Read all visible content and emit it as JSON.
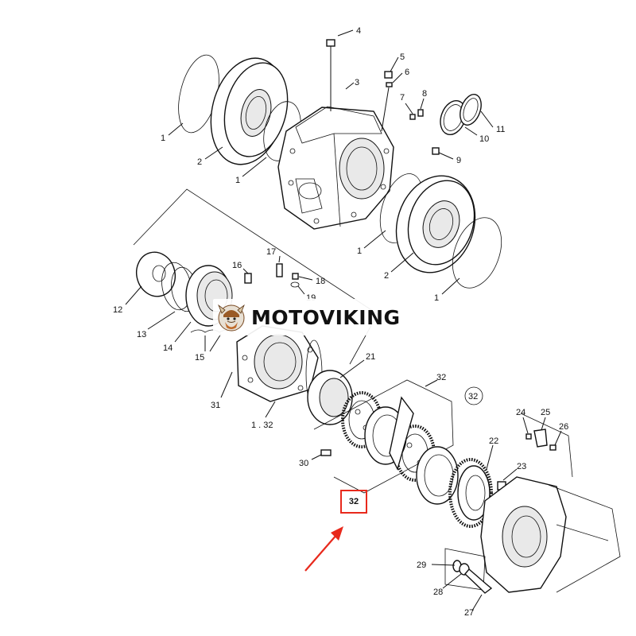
{
  "diagram": {
    "callouts": [
      {
        "id": "c4",
        "label": "4"
      },
      {
        "id": "c3",
        "label": "3"
      },
      {
        "id": "c5",
        "label": "5"
      },
      {
        "id": "c6",
        "label": "6"
      },
      {
        "id": "c7",
        "label": "7"
      },
      {
        "id": "c8",
        "label": "8"
      },
      {
        "id": "c11",
        "label": "11"
      },
      {
        "id": "c10",
        "label": "10"
      },
      {
        "id": "c9",
        "label": "9"
      },
      {
        "id": "c1a",
        "label": "1"
      },
      {
        "id": "c2a",
        "label": "2"
      },
      {
        "id": "c1b",
        "label": "1"
      },
      {
        "id": "c1c",
        "label": "1"
      },
      {
        "id": "c2b",
        "label": "2"
      },
      {
        "id": "c1d",
        "label": "1"
      },
      {
        "id": "c17",
        "label": "17"
      },
      {
        "id": "c16",
        "label": "16"
      },
      {
        "id": "c18",
        "label": "18"
      },
      {
        "id": "c19",
        "label": "19"
      },
      {
        "id": "c12",
        "label": "12"
      },
      {
        "id": "c13",
        "label": "13"
      },
      {
        "id": "c14",
        "label": "14"
      },
      {
        "id": "c15",
        "label": "15"
      },
      {
        "id": "c21",
        "label": "21"
      },
      {
        "id": "c32a",
        "label": "32"
      },
      {
        "id": "c32c",
        "label": "32"
      },
      {
        "id": "c31",
        "label": "31"
      },
      {
        "id": "c132",
        "label": "1 . 32"
      },
      {
        "id": "c30",
        "label": "30"
      },
      {
        "id": "c24",
        "label": "24"
      },
      {
        "id": "c25",
        "label": "25"
      },
      {
        "id": "c26",
        "label": "26"
      },
      {
        "id": "c22",
        "label": "22"
      },
      {
        "id": "c23",
        "label": "23"
      },
      {
        "id": "c29",
        "label": "29"
      },
      {
        "id": "c28",
        "label": "28"
      },
      {
        "id": "c27",
        "label": "27"
      }
    ],
    "highlight_label": "32"
  },
  "watermark": {
    "brand": "MOTOVIKING"
  },
  "colors": {
    "highlight": "#e8291c",
    "line": "#111111",
    "background": "#ffffff"
  }
}
